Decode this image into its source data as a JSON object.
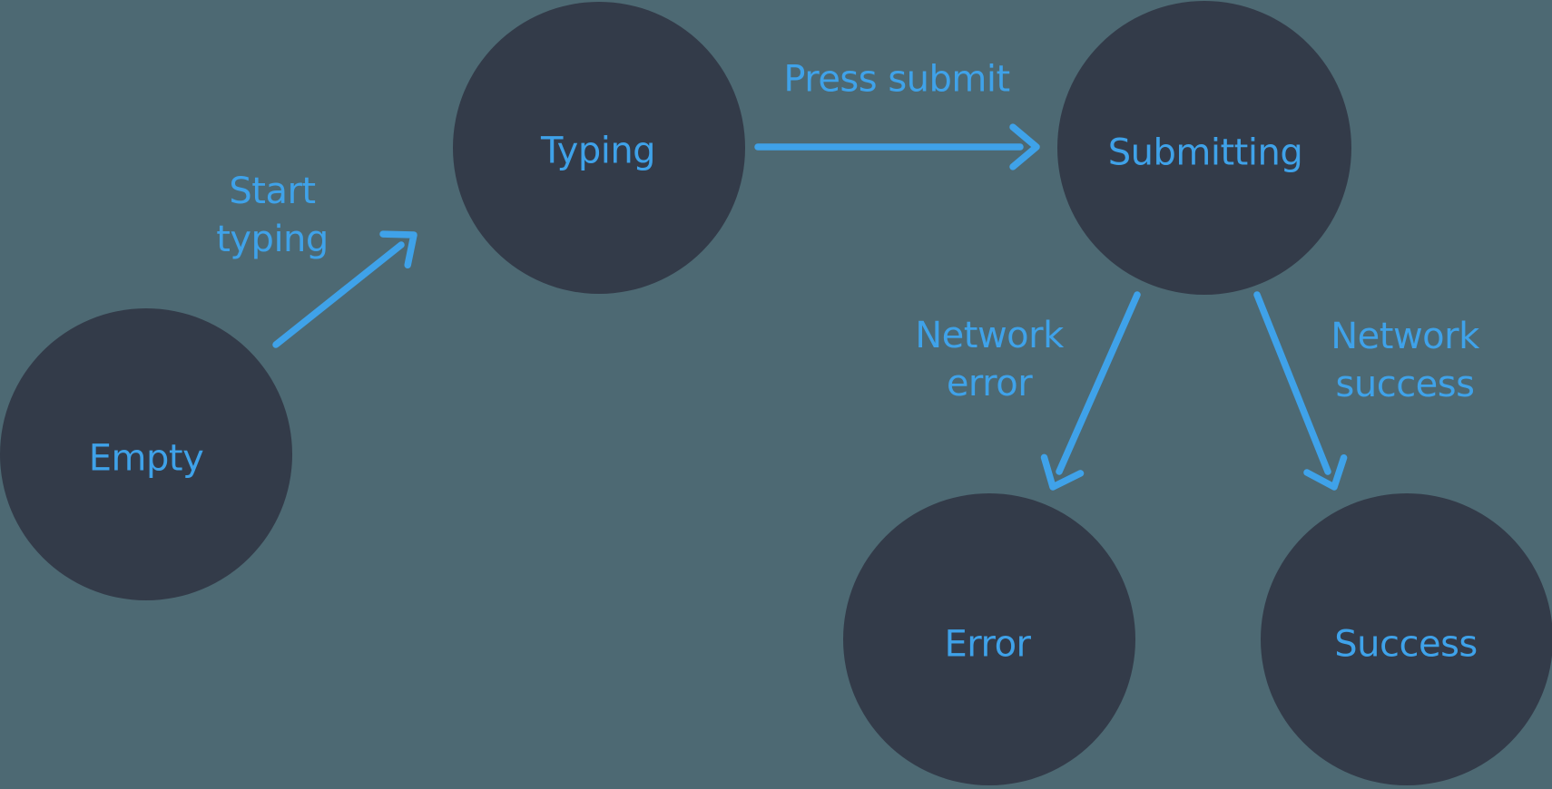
{
  "diagram": {
    "type": "state-machine",
    "colors": {
      "background": "#4d6973",
      "node": "#333b49",
      "accent": "#3fa2e9"
    },
    "states": [
      {
        "id": "empty",
        "label": "Empty"
      },
      {
        "id": "typing",
        "label": "Typing"
      },
      {
        "id": "submitting",
        "label": "Submitting"
      },
      {
        "id": "error",
        "label": "Error"
      },
      {
        "id": "success",
        "label": "Success"
      }
    ],
    "transitions": [
      {
        "from": "empty",
        "to": "typing",
        "label": "Start typing",
        "lines": [
          "Start",
          "typing"
        ]
      },
      {
        "from": "typing",
        "to": "submitting",
        "label": "Press submit",
        "lines": [
          "Press submit"
        ]
      },
      {
        "from": "submitting",
        "to": "error",
        "label": "Network error",
        "lines": [
          "Network",
          "error"
        ]
      },
      {
        "from": "submitting",
        "to": "success",
        "label": "Network success",
        "lines": [
          "Network",
          "success"
        ]
      }
    ]
  }
}
